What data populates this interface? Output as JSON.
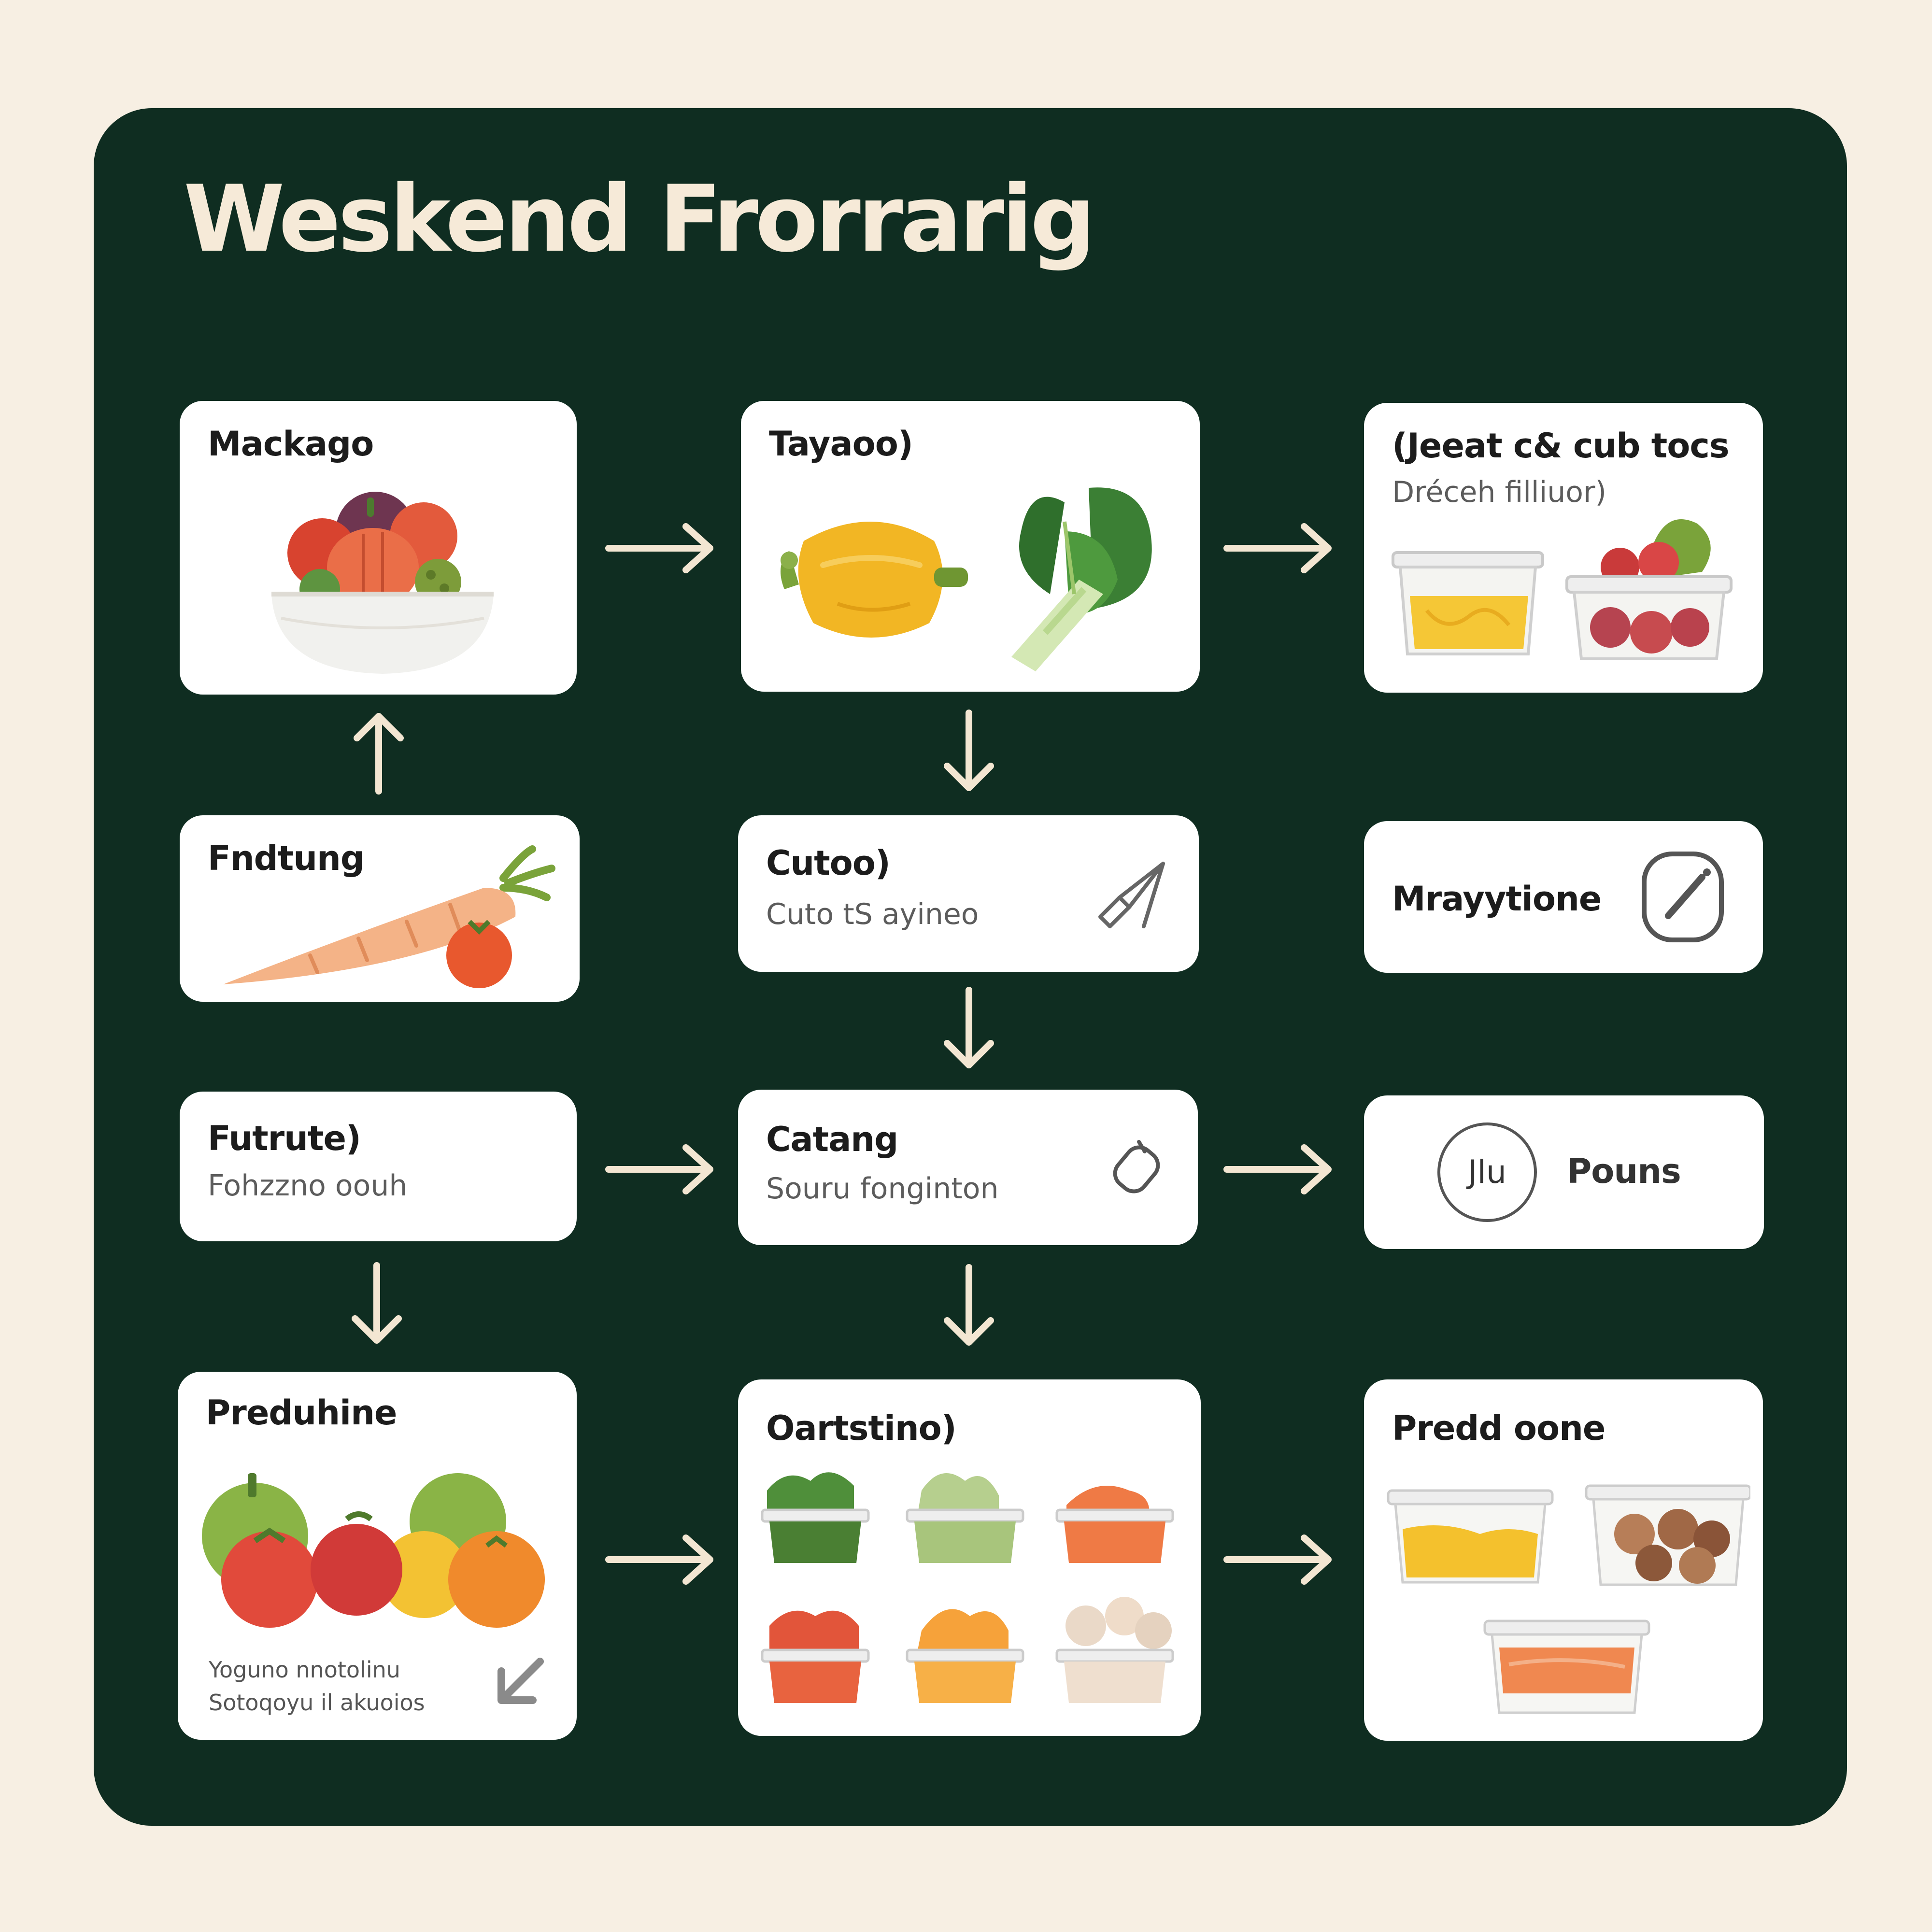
{
  "title": "Weskend Frorrarig",
  "steps": {
    "mackago": {
      "title": "Mackago"
    },
    "tayaoo": {
      "title": "Tayaoo)"
    },
    "jeeat": {
      "title": "(Jeeat c& cub tocs",
      "subtitle": "Dréceh filliuor)"
    },
    "fndtung": {
      "title": "Fndtung"
    },
    "cutoo": {
      "title": "Cutoo)",
      "subtitle": "Cuto tS ayineo"
    },
    "mrayy": {
      "title": "Mrayytione"
    },
    "futrute": {
      "title": "Futrute)",
      "subtitle": "Fohzzno oouh"
    },
    "catang": {
      "title": "Catang",
      "subtitle": "Souru fonginton"
    },
    "pouns": {
      "title": "Pouns",
      "badge": "Jlu"
    },
    "preduhine": {
      "title": "Preduhine",
      "note_line1": "Yoguno nnotolinu",
      "note_line2": "Sotoqoyu il akuoios"
    },
    "oartstino": {
      "title": "Oartstino)"
    },
    "predd": {
      "title": "Predd oone"
    }
  },
  "icons": {
    "mackago": "vegetable-bowl-icon",
    "tayaoo": [
      "bell-pepper-icon",
      "bok-choy-icon"
    ],
    "jeeat": [
      "container-pasta-icon",
      "container-tomato-icon"
    ],
    "fndtung": [
      "carrot-icon",
      "tomato-icon"
    ],
    "cutoo": "knife-icon",
    "mrayy": "chopping-board-icon",
    "catang": "tag-icon",
    "preduhine": [
      "produce-pile-icon",
      "arrow-down-left-icon"
    ],
    "oartstino": "portioned-containers-icon",
    "predd": "meal-prep-containers-icon"
  },
  "colors": {
    "background": "#f7efe3",
    "panel": "#0f2d21",
    "title": "#f6ead8",
    "arrow": "#f3e6d2",
    "card": "#ffffff"
  }
}
